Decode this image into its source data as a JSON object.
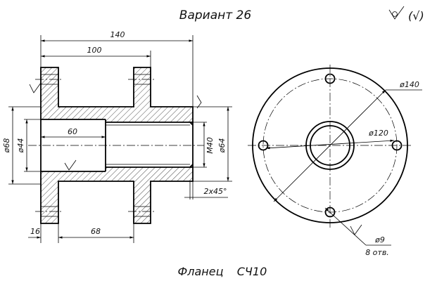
{
  "title": "Вариант 26",
  "roughness": {
    "check_symbol": "√",
    "paren_symbol": "(√)"
  },
  "caption": {
    "part_name": "Фланец",
    "material": "СЧ10"
  },
  "dimensions": {
    "overall_length": "140",
    "length_100": "100",
    "bore_depth": "60",
    "flange_thickness": "16",
    "length_68": "68",
    "dia_68": "ø68",
    "dia_44": "ø44",
    "thread": "M40",
    "dia_64": "ø64",
    "chamfer": "2x45°",
    "dia_140": "ø140",
    "dia_120": "ø120",
    "dia_9": "ø9",
    "holes_count": "8 отв."
  }
}
